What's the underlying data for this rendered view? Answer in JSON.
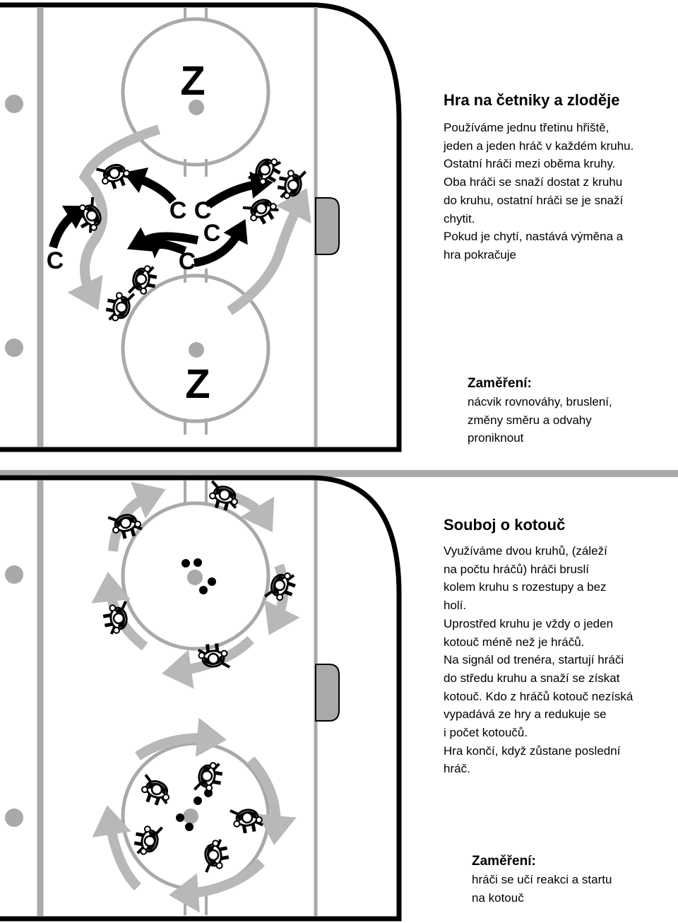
{
  "drill1": {
    "title": "Hra na četniky a zloděje",
    "description": [
      "Používáme jednu třetinu hřiště,",
      "jeden a jeden hráč v každém kruhu.",
      "Ostatní hráči mezi oběma kruhy.",
      "Oba hráči se snaží dostat z kruhu",
      "do kruhu, ostatní hráči se je snaží",
      "chytit.",
      "Pokud je chytí, nastává výměna a",
      "hra pokračuje"
    ],
    "focus_label": "Zaměření:",
    "focus_text": [
      "nácvik rovnováhy, bruslení,",
      "změny směru a odvahy",
      "proniknout"
    ],
    "circle_label_top": "Z",
    "circle_label_bottom": "Z",
    "chaser_label": "C"
  },
  "drill2": {
    "title": "Souboj o kotouč",
    "description": [
      "Využíváme dvou kruhů, (záleží",
      "na počtu hráčů) hráči bruslí",
      "kolem kruhu s rozestupy a bez",
      "holí.",
      "Uprostřed kruhu je vždy o jeden",
      "kotouč méně než je hráčů.",
      "Na signál od trenéra, startují hráči",
      "do středu kruhu a snaží se získat",
      "kotouč. Kdo z hráčů kotouč nezíská",
      "vypadává ze hry a redukuje se",
      "i počet kotoučů.",
      "Hra končí, když zůstane poslední",
      "hráč."
    ],
    "focus_label": "Zaměření:",
    "focus_text": [
      "hráči se učí reakci a startu",
      "na kotouč"
    ]
  },
  "colors": {
    "arrow_gray": "#b8b8b8",
    "circle_gray": "#a9a9a9",
    "board_black": "#000000"
  }
}
